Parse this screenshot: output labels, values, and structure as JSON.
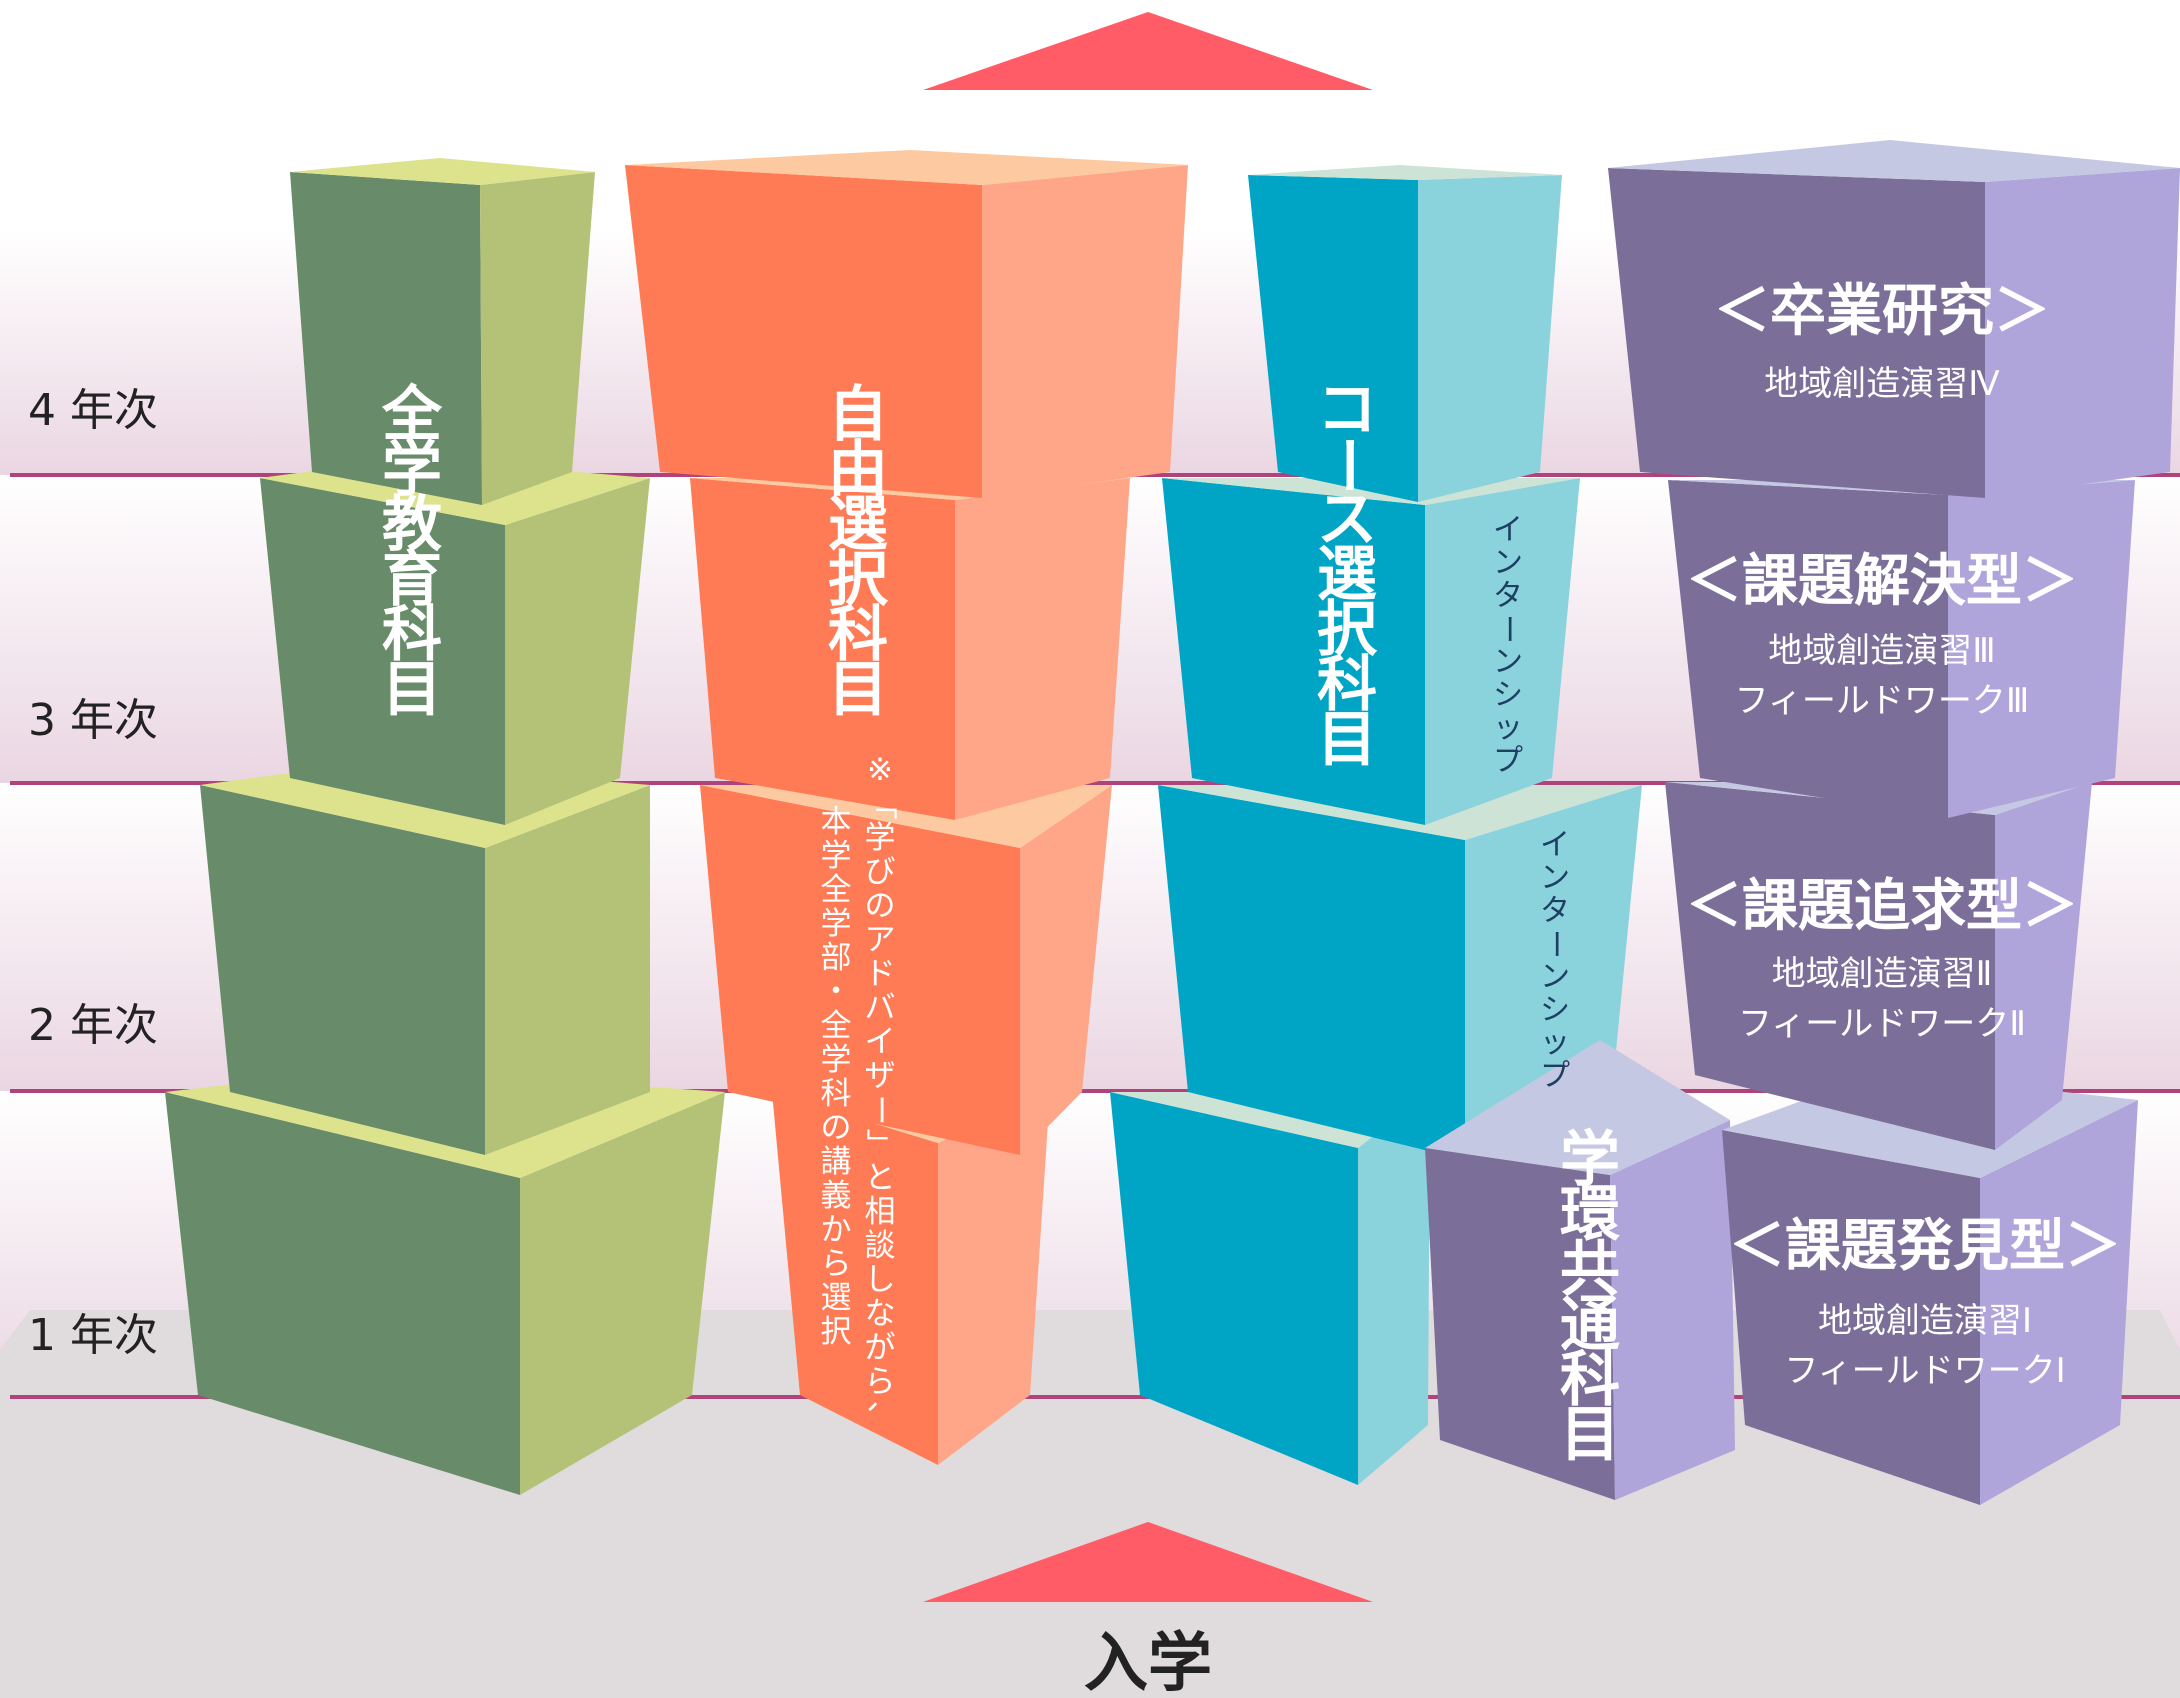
{
  "years": [
    "4 年次",
    "3 年次",
    "2 年次",
    "1 年次"
  ],
  "entry": "入学",
  "columns": {
    "general": {
      "title": "全学教育科目"
    },
    "free": {
      "title": "自由選択科目",
      "note_line1": "※「学びのアドバイザー」と相談しながら、",
      "note_line2": "本学全学部・全学科の講義から選択"
    },
    "course": {
      "title": "コース選択科目",
      "internship": "インターンシップ"
    },
    "common": {
      "title": "学環共通科目",
      "levels": [
        {
          "heading": "＜卒業研究＞",
          "lines": [
            "地域創造演習Ⅳ"
          ]
        },
        {
          "heading": "＜課題解決型＞",
          "lines": [
            "地域創造演習Ⅲ",
            "フィールドワークⅢ"
          ]
        },
        {
          "heading": "＜課題追求型＞",
          "lines": [
            "地域創造演習Ⅱ",
            "フィールドワークⅡ"
          ]
        },
        {
          "heading": "＜課題発見型＞",
          "lines": [
            "地域創造演習Ⅰ",
            "フィールドワークⅠ"
          ]
        }
      ]
    }
  },
  "colors": {
    "green_dark": "#688b69",
    "green_light": "#b4c278",
    "green_top": "#dde38d",
    "orange_dark": "#ff7b55",
    "orange_light": "#ffa588",
    "orange_top": "#fdc9a0",
    "teal_dark": "#00a5c6",
    "teal_light": "#8bd3dc",
    "teal_top": "#cce3d6",
    "purple_dark": "#7b6f9a",
    "purple_light": "#afa5db",
    "purple_top": "#c5c8e2",
    "arrow": "#ff5c67",
    "year_line": "#b0437a",
    "floor": "#e0dbdc"
  }
}
